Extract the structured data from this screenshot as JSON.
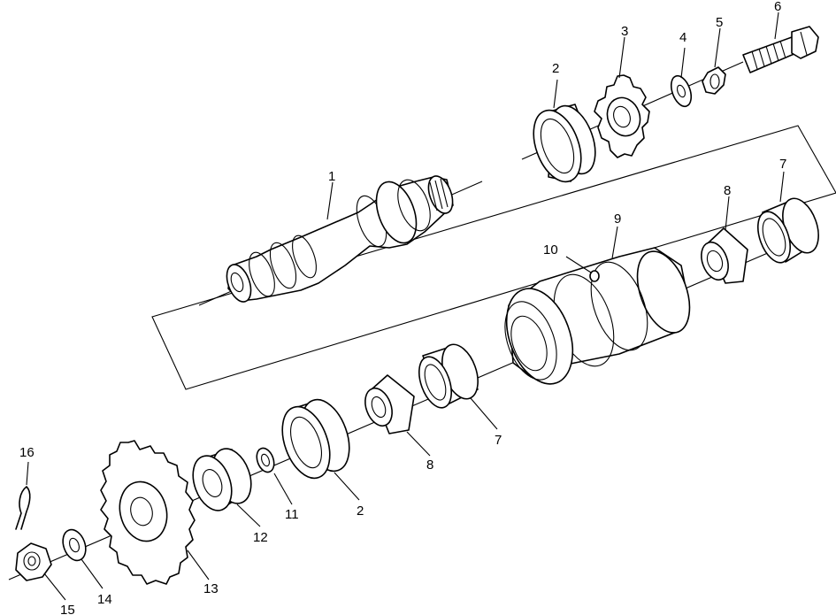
{
  "callouts": {
    "c1": "1",
    "c2_top": "2",
    "c3": "3",
    "c4": "4",
    "c5": "5",
    "c6": "6",
    "c7_right": "7",
    "c8_right": "8",
    "c9": "9",
    "c10": "10",
    "c7_mid": "7",
    "c8_mid": "8",
    "c2_mid": "2",
    "c11": "11",
    "c12": "12",
    "c13": "13",
    "c14": "14",
    "c15": "15",
    "c16": "16"
  },
  "parts": [
    "shaft",
    "bearing",
    "drive-sprocket",
    "washer",
    "lock-tab",
    "bolt",
    "bearing-race",
    "tapered-bearing-cone",
    "eccentric-housing",
    "set-screw",
    "washer",
    "spacer",
    "driven-sprocket",
    "washer",
    "castle-nut",
    "cotter-pin"
  ]
}
